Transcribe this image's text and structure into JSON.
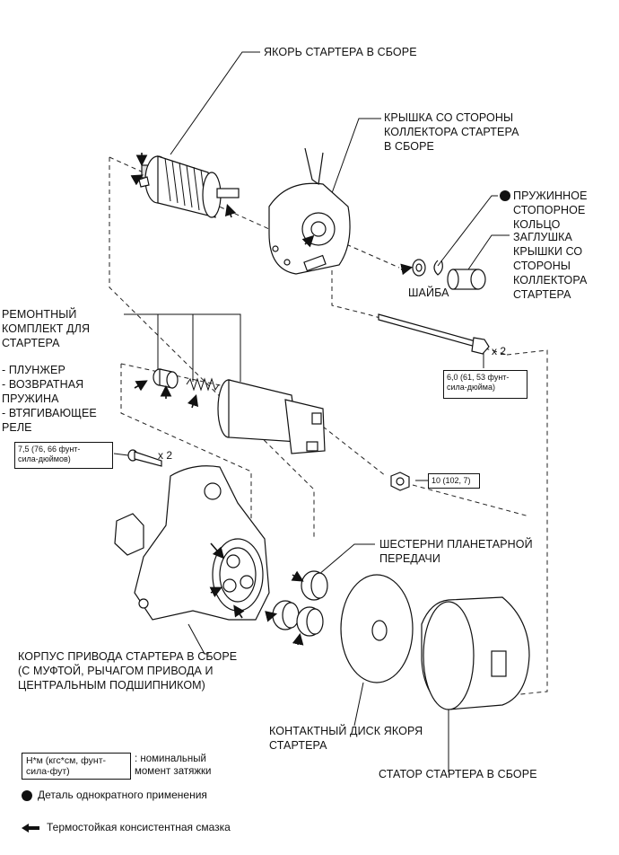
{
  "labels": {
    "armature": "ЯКОРЬ СТАРТЕРА В СБОРЕ",
    "commutator_cover": "КРЫШКА СО СТОРОНЫ\nКОЛЛЕКТОРА СТАРТЕРА\nВ СБОРЕ",
    "snap_ring": "ПРУЖИННОЕ\nСТОПОРНОЕ\nКОЛЬЦО",
    "cover_plug": "ЗАГЛУШКА\nКРЫШКИ СО\nСТОРОНЫ\nКОЛЛЕКТОРА\nСТАРТЕРА",
    "washer": "ШАЙБА",
    "repair_kit": "РЕМОНТНЫЙ\nКОМПЛЕКТ ДЛЯ\nСТАРТЕРА",
    "kit_items": "- ПЛУНЖЕР\n- ВОЗВРАТНАЯ\nПРУЖИНА\n- ВТЯГИВАЮЩЕЕ\nРЕЛЕ",
    "planetary_gears": "ШЕСТЕРНИ ПЛАНЕТАРНОЙ\nПЕРЕДАЧИ",
    "drive_housing": "КОРПУС ПРИВОДА СТАРТЕРА В СБОРЕ\n(С МУФТОЙ, РЫЧАГОМ ПРИВОДА И\nЦЕНТРАЛЬНЫМ ПОДШИПНИКОМ)",
    "contact_plate": "КОНТАКТНЫЙ ДИСК ЯКОРЯ\nСТАРТЕРА",
    "yoke": "СТАТОР СТАРТЕРА В СБОРЕ"
  },
  "torques": {
    "through_bolt": "6,0 (61, 53 фунт-\nсила-дюйма)",
    "relay_screw": "7,5 (76, 66 фунт-\nсила-дюймов)",
    "terminal_nut": "10 (102, 7)"
  },
  "quantities": {
    "through_bolt_qty": "x 2",
    "relay_screw_qty": "x 2"
  },
  "legend": {
    "torque_unit": "Н*м (кгс*см, фунт-\nсила-фут)",
    "torque_desc": ": номинальный\nмомент затяжки",
    "non_reusable": "Деталь однократного применения",
    "grease": "Термостойкая консистентная смазка"
  }
}
